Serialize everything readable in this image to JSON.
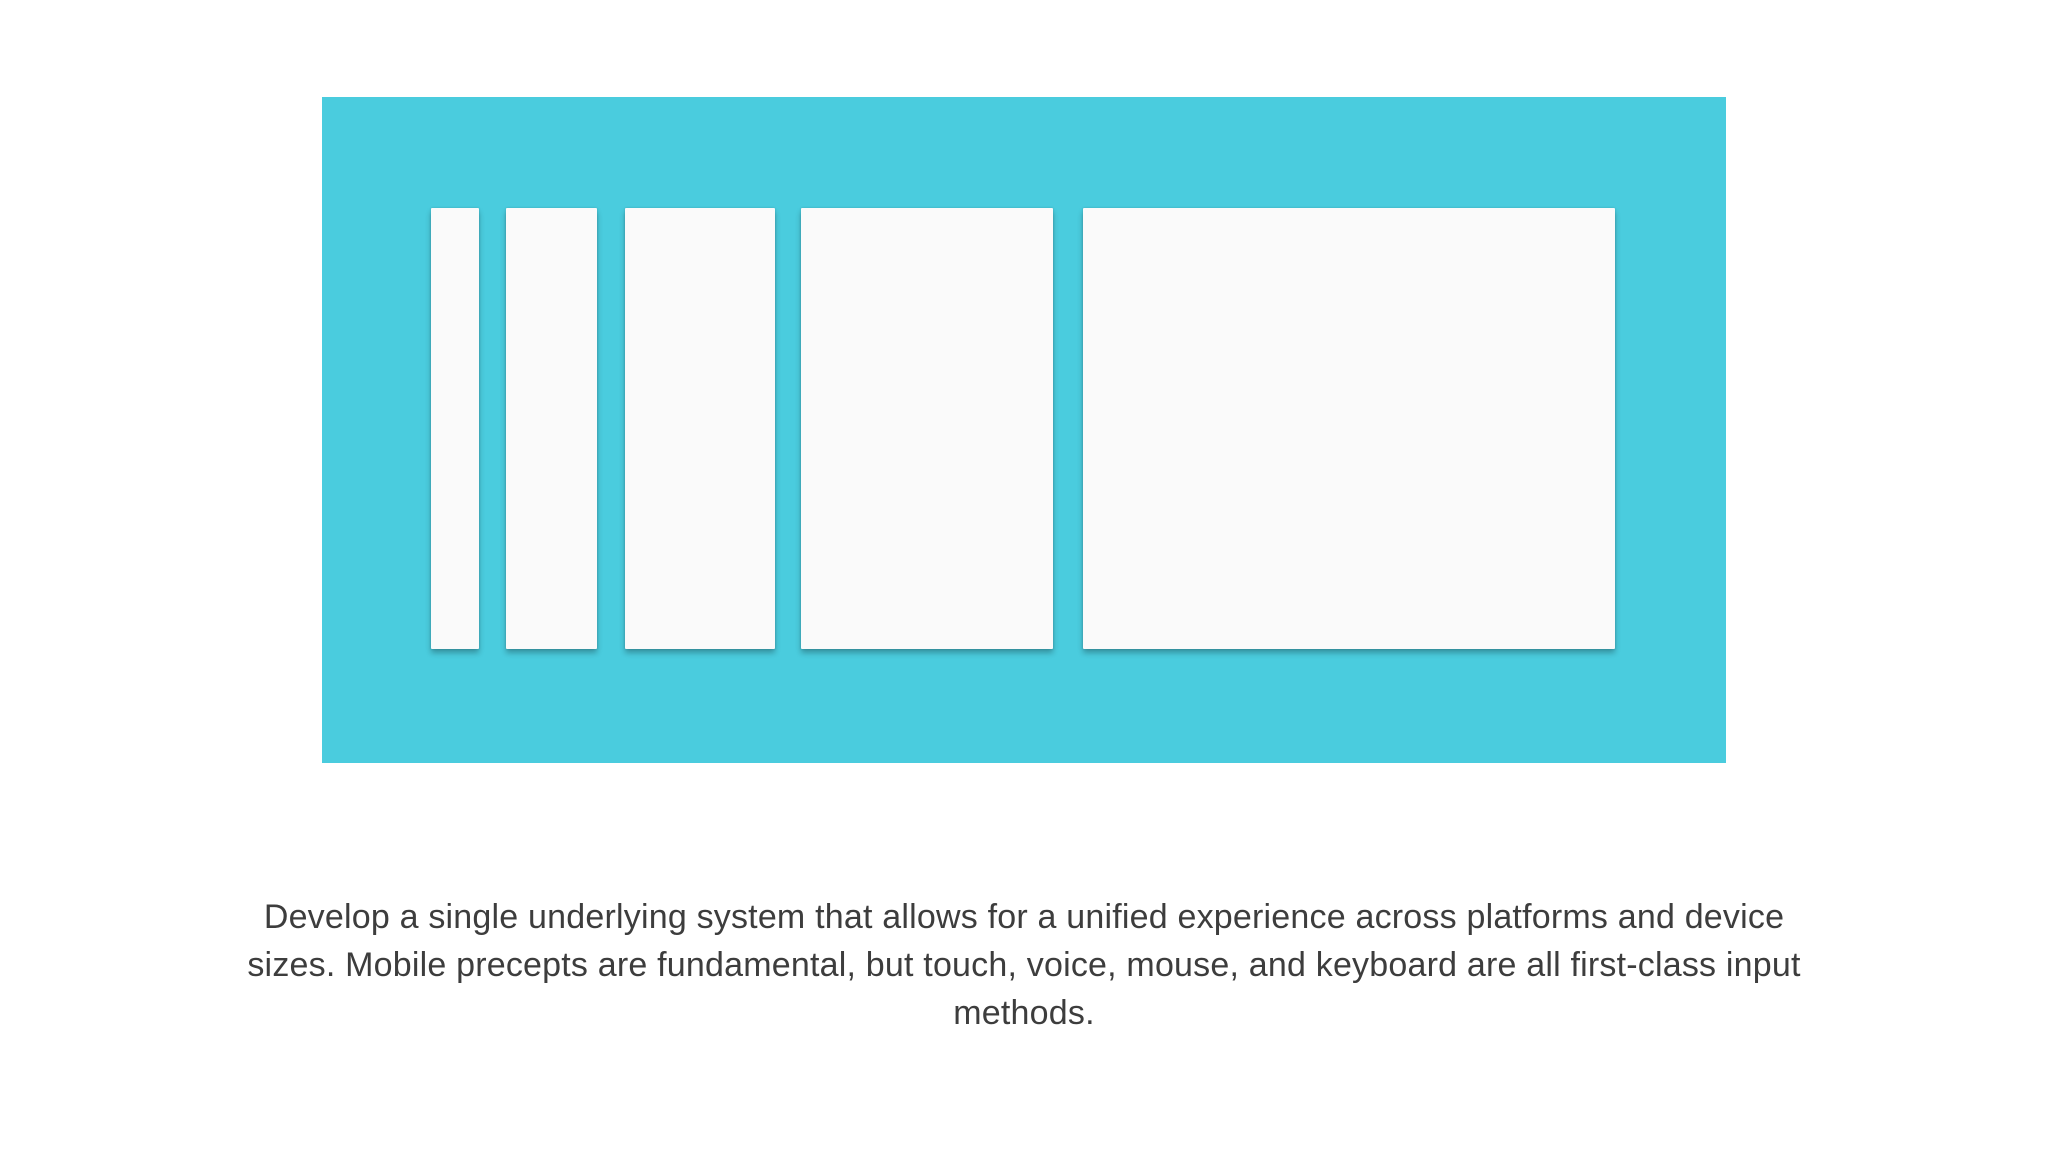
{
  "page": {
    "background_color": "#FFFFFF"
  },
  "illustration": {
    "name": "adaptive-design-device-sizes",
    "panel_color": "#4ACCDE",
    "card_color": "#FAFAFA",
    "cards": [
      {
        "id": "device-card-xs",
        "relative_width": "smallest"
      },
      {
        "id": "device-card-sm",
        "relative_width": "small"
      },
      {
        "id": "device-card-md",
        "relative_width": "medium"
      },
      {
        "id": "device-card-lg",
        "relative_width": "large"
      },
      {
        "id": "device-card-xl",
        "relative_width": "largest"
      }
    ]
  },
  "caption": {
    "color": "#3D3D3D",
    "text": "Develop a single underlying system that allows for a unified experience across platforms and device sizes. Mobile precepts are fundamental, but touch, voice, mouse, and keyboard are all first-class input methods.",
    "lines": [
      "Develop a single underlying system that allows for a unified experience across platforms and device",
      "sizes. Mobile precepts are fundamental, but touch, voice, mouse, and keyboard are all first-class input",
      "methods."
    ]
  }
}
